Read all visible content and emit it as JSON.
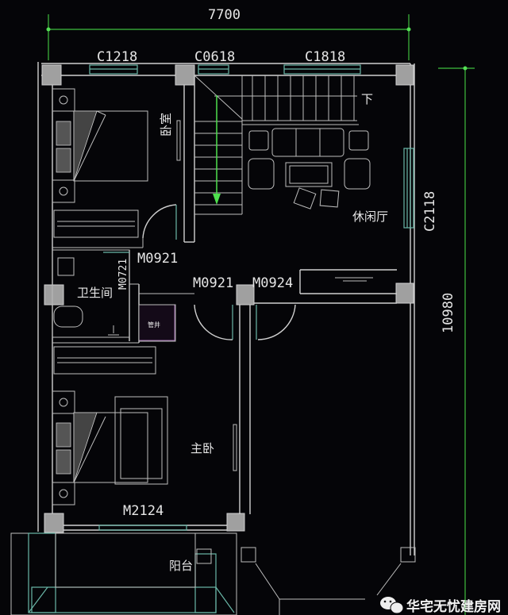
{
  "dimensions": {
    "total_width": "7700",
    "total_depth": "10980"
  },
  "windows": {
    "c1218": "C1218",
    "c0618": "C0618",
    "c1818": "C1818",
    "c2118": "C2118"
  },
  "doors": {
    "m0921_bedroom": "M0921",
    "m0721": "M0721",
    "m0921_master": "M0921",
    "m0924": "M0924",
    "m2124": "M2124"
  },
  "rooms": {
    "bedroom": "卧室",
    "lounge": "休闲厅",
    "bathroom": "卫生间",
    "master_bedroom": "主卧",
    "balcony": "阳台",
    "stair_down": "下",
    "shaft": "管井"
  },
  "watermark": {
    "icon": "wechat-icon",
    "text": "华宅无忧建房网"
  },
  "colors": {
    "background": "#050508",
    "wall": "#d0d0d0",
    "window": "#6ab8a8",
    "dimension": "#3fbf3f",
    "column": "#a0a0a0"
  }
}
